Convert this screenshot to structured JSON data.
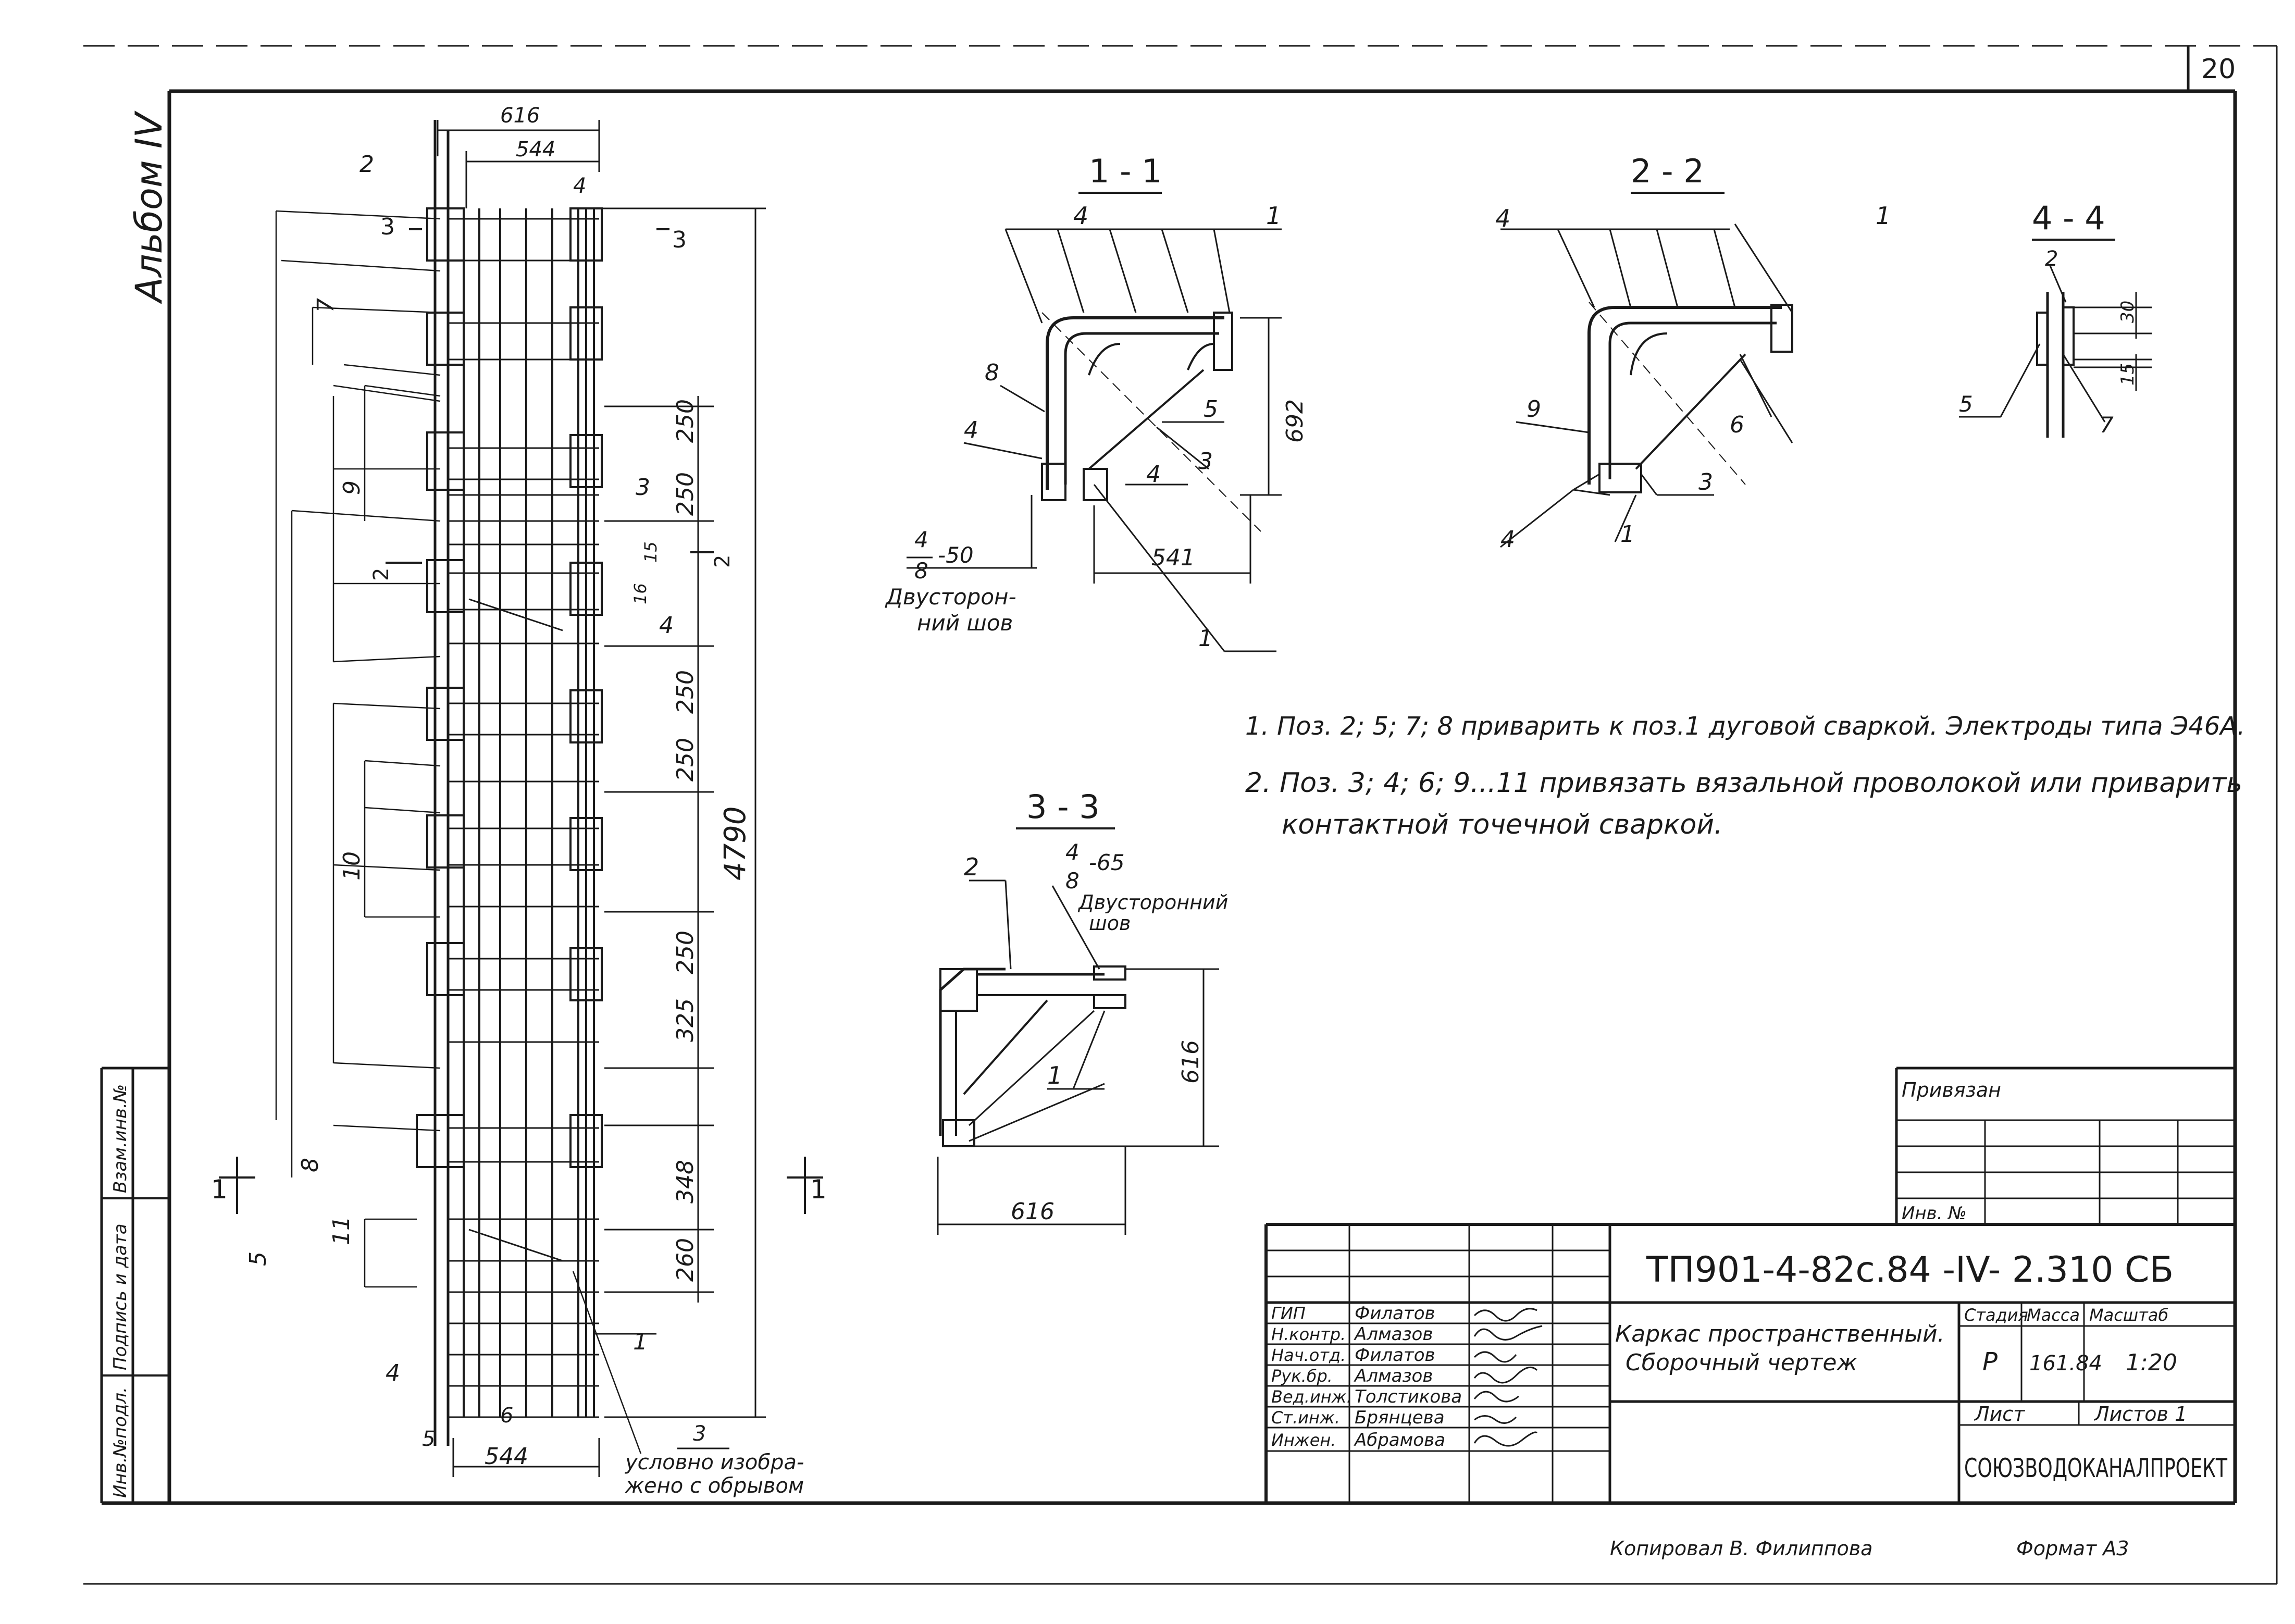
{
  "page_number": "20",
  "album_label": "Альбом IV",
  "main_view": {
    "dim_top_outer": "616",
    "dim_top_inner": "544",
    "dim_total": "4790",
    "dims_right": [
      "250",
      "250",
      "250",
      "250",
      "250",
      "325",
      "348",
      "260"
    ],
    "dim_small_15": "15",
    "dim_small_16": "16",
    "dim_bottom": "544",
    "cut_mark_1": "1",
    "cut_mark_2": "2",
    "cut_mark_3": "3",
    "positions": [
      "1",
      "2",
      "3",
      "4",
      "5",
      "6",
      "7",
      "8",
      "9",
      "10",
      "11"
    ],
    "note_conditional": "условно изобра-\nжено с обрывом"
  },
  "section_1_1": {
    "title": "1 - 1",
    "dim_height": "692",
    "dim_width": "541",
    "positions": [
      "1",
      "3",
      "4",
      "5",
      "8"
    ],
    "weld_symbol_top": "4",
    "weld_symbol_bottom": "8",
    "weld_length": "-50",
    "weld_note": "Двусторон-\nний шов"
  },
  "section_2_2": {
    "title": "2 - 2",
    "positions": [
      "1",
      "3",
      "4",
      "6",
      "9"
    ]
  },
  "section_3_3": {
    "title": "3 - 3",
    "dim_height": "616",
    "dim_width": "616",
    "positions": [
      "1",
      "2"
    ],
    "weld_symbol_top": "4",
    "weld_symbol_bottom": "8",
    "weld_length": "-65",
    "weld_note": "Двусторонний\nшов"
  },
  "section_4_4": {
    "title": "4 - 4",
    "dim_30": "30",
    "dim_15": "15",
    "positions": [
      "2",
      "5",
      "7"
    ]
  },
  "notes": [
    "1. Поз. 2; 5; 7; 8  приварить к поз.1 дуговой сваркой. Электроды типа Э46А.",
    "2. Поз. 3; 4; 6; 9...11  привязать вязальной проволокой или приварить",
    "контактной точечной сваркой."
  ],
  "stamp": {
    "privyazan": "Привязан",
    "inv": "Инв. №",
    "code": "ТП901-4-82с.84 -IV- 2.310 СБ",
    "title_line1": "Каркас пространственный.",
    "title_line2": "Сборочный чертеж",
    "stage_header": "Стадия",
    "mass_header": "Масса",
    "scale_header": "Масштаб",
    "stage": "Р",
    "mass": "161.84",
    "scale": "1:20",
    "sheet_label": "Лист",
    "sheets_label": "Листов 1",
    "organization": "СОЮЗВОДОКАНАЛПРОЕКТ",
    "roles": [
      {
        "role": "ГИП",
        "name": "Филатов"
      },
      {
        "role": "Н.контр.",
        "name": "Алмазов"
      },
      {
        "role": "Нач.отд.",
        "name": "Филатов"
      },
      {
        "role": "Рук.бр.",
        "name": "Алмазов"
      },
      {
        "role": "Вед.инж.",
        "name": "Толстикова"
      },
      {
        "role": "Ст.инж.",
        "name": "Брянцева"
      },
      {
        "role": "Инжен.",
        "name": "Абрамова"
      }
    ]
  },
  "left_strip": [
    "Инв.№подл.",
    "Подпись и дата",
    "Взам.инв.№"
  ],
  "footer_left": "Копировал  В. Филиппова",
  "footer_right": "Формат А3"
}
